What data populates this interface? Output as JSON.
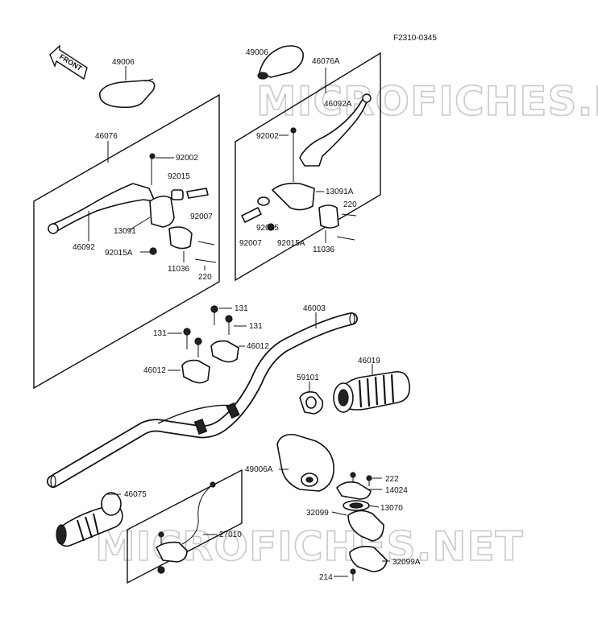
{
  "diagram": {
    "code": "F2310-0345",
    "front_label": "FRONT",
    "watermark": "MICROFICHES.NET",
    "parts": {
      "p49006_left": "49006",
      "p49006_right": "49006",
      "p46076A": "46076A",
      "p46092A": "46092A",
      "p92002_right": "92002",
      "p13091A": "13091A",
      "p220_right": "220",
      "p92015_right": "92015",
      "p92007_right": "92007",
      "p92015A_right": "92015A",
      "p11036_right": "11036",
      "p46076": "46076",
      "p92002_left": "92002",
      "p92015_left": "92015",
      "p92007_left": "92007",
      "p13091": "13091",
      "p46092": "46092",
      "p92015A_left": "92015A",
      "p11036_left": "11036",
      "p220_left": "220",
      "p46003": "46003",
      "p131_top": "131",
      "p131_left": "131",
      "p131_right": "131",
      "p46012_right": "46012",
      "p46012_left": "46012",
      "p46019": "46019",
      "p59101": "59101",
      "p49006A": "49006A",
      "p222": "222",
      "p14024": "14024",
      "p13070": "13070",
      "p32099": "32099",
      "p46075": "46075",
      "p27010": "27010",
      "p32099A": "32099A",
      "p214": "214"
    }
  }
}
